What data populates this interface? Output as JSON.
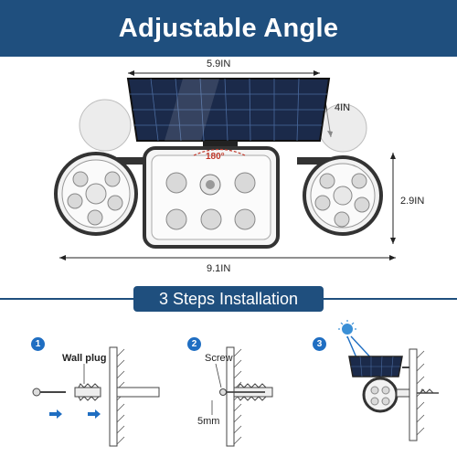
{
  "header": {
    "title": "Adjustable Angle"
  },
  "dimensions": {
    "width_top": "5.9IN",
    "depth": "4IN",
    "height": "2.9IN",
    "width_bottom": "9.1IN",
    "rotation": "180°"
  },
  "section": {
    "title": "3 Steps Installation"
  },
  "steps": [
    {
      "number": "1",
      "label": "Wall plug"
    },
    {
      "number": "2",
      "label": "Screw",
      "measure": "5mm"
    },
    {
      "number": "3"
    }
  ],
  "colors": {
    "banner": "#1f4f7e",
    "badge": "#1f6ec2",
    "arrow": "#1f6ec2",
    "panel": "#1b2a4a"
  }
}
